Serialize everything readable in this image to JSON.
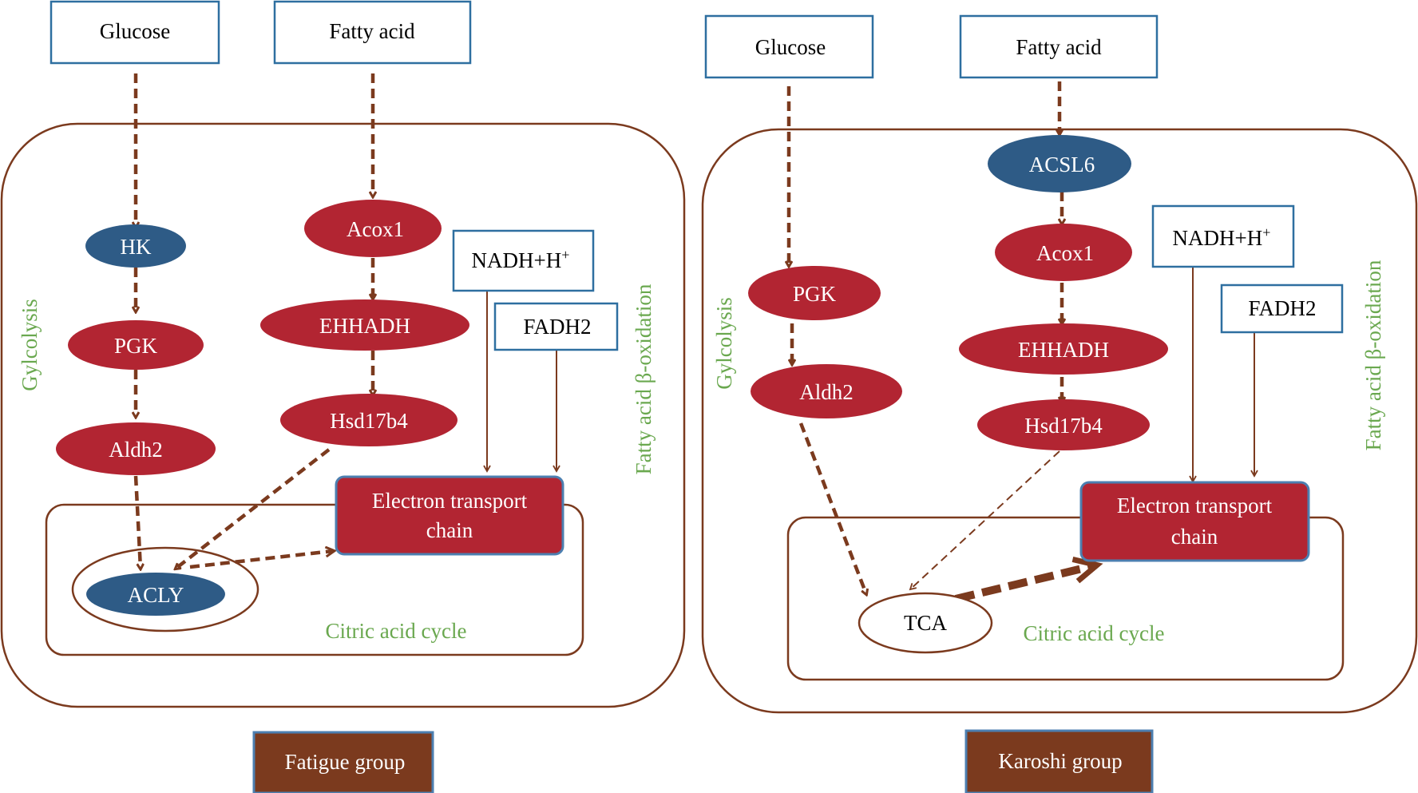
{
  "left_panel": {
    "glucose": "Glucose",
    "fatty_acid": "Fatty acid",
    "hk": "HK",
    "pgk": "PGK",
    "aldh2": "Aldh2",
    "acox1": "Acox1",
    "ehhadh": "EHHADH",
    "hsd17b4": "Hsd17b4",
    "nadh": "NADH+H",
    "nadh_sup": "+",
    "fadh2": "FADH2",
    "etc_line1": "Electron transport",
    "etc_line2": "chain",
    "acly": "ACLY",
    "glycolysis": "Gylcolysis",
    "beta_oxidation": "Fatty acid β-oxidation",
    "citric": "Citric acid cycle",
    "group": "Fatigue group"
  },
  "right_panel": {
    "glucose": "Glucose",
    "fatty_acid": "Fatty acid",
    "acsl6": "ACSL6",
    "pgk": "PGK",
    "aldh2": "Aldh2",
    "acox1": "Acox1",
    "ehhadh": "EHHADH",
    "hsd17b4": "Hsd17b4",
    "nadh": "NADH+H",
    "nadh_sup": "+",
    "fadh2": "FADH2",
    "etc_line1": "Electron transport",
    "etc_line2": "chain",
    "tca": "TCA",
    "glycolysis": "Gylcolysis",
    "beta_oxidation": "Fatty acid β-oxidation",
    "citric": "Citric acid cycle",
    "group": "Karoshi group"
  },
  "colors": {
    "upregulated": "#b22532",
    "downregulated": "#2e5b86",
    "arrow": "#7b3a1e",
    "label_green": "#6aa84f",
    "group_label_bg": "#7b3a1e"
  }
}
